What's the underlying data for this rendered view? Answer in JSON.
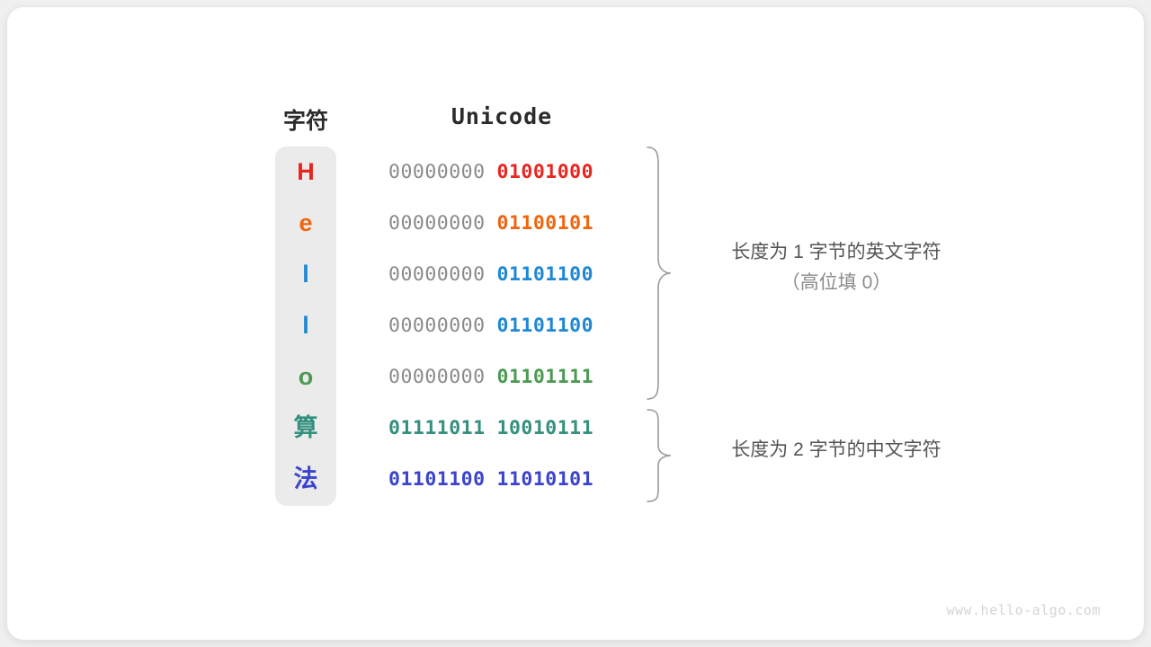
{
  "headers": {
    "character": "字符",
    "unicode": "Unicode"
  },
  "colors": {
    "pill_background": "#ebebeb",
    "high_byte": "#8a8a8a",
    "card_background": "#ffffff",
    "page_background": "#f0f0f0",
    "brace": "#9a9a9a",
    "annotation_text": "#555555",
    "watermark": "#d4d4d4"
  },
  "rows": [
    {
      "char": "H",
      "high": "00000000",
      "low": "01001000",
      "color": "#e8251f",
      "cjk": false
    },
    {
      "char": "e",
      "high": "00000000",
      "low": "01100101",
      "color": "#ef6611",
      "cjk": false
    },
    {
      "char": "l",
      "high": "00000000",
      "low": "01101100",
      "color": "#1f87d4",
      "cjk": false
    },
    {
      "char": "l",
      "high": "00000000",
      "low": "01101100",
      "color": "#1f87d4",
      "cjk": false
    },
    {
      "char": "o",
      "high": "00000000",
      "low": "01101111",
      "color": "#4c9a52",
      "cjk": false
    },
    {
      "char": "算",
      "high": "01111011",
      "low": "10010111",
      "color": "#34907e",
      "cjk": true
    },
    {
      "char": "法",
      "high": "01101100",
      "low": "11010101",
      "color": "#3b44cc",
      "cjk": true
    }
  ],
  "annotations": [
    {
      "line1": "长度为 1 字节的英文字符",
      "line2": "（高位填 0）"
    },
    {
      "line1": "长度为 2 字节的中文字符",
      "line2": ""
    }
  ],
  "watermark": "www.hello-algo.com"
}
